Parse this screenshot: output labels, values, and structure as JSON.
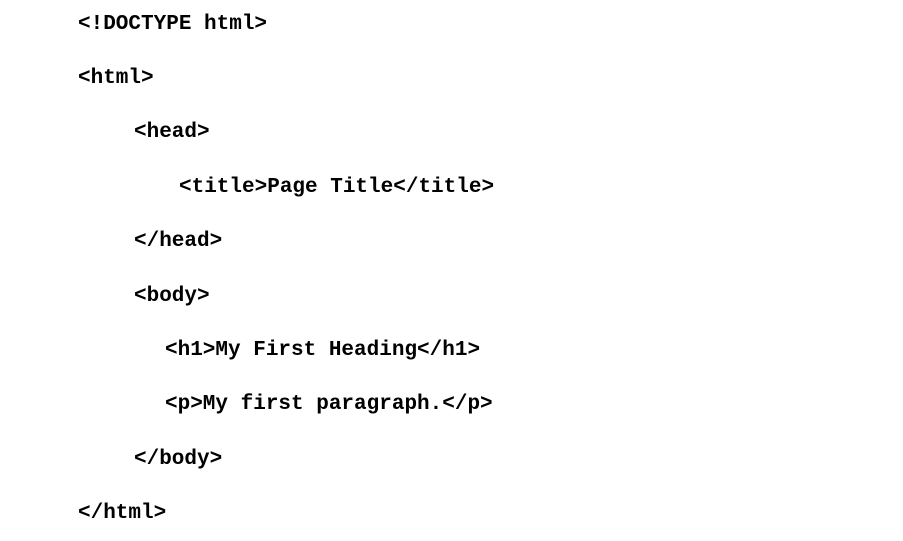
{
  "code": {
    "lines": [
      "<!DOCTYPE html>",
      "<html>",
      "<head>",
      "<title>Page Title</title>",
      "</head>",
      "<body>",
      "<h1>My First Heading</h1>",
      "<p>My first paragraph.</p>",
      "</body>",
      "</html>"
    ]
  }
}
